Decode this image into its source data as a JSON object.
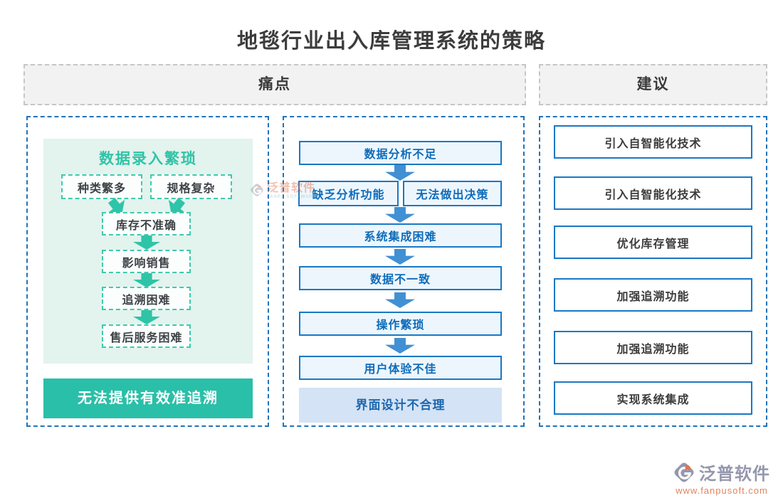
{
  "page": {
    "title": "地毯行业出入库管理系统的策略"
  },
  "sections": {
    "pain_header": "痛点",
    "suggestion_header": "建议"
  },
  "pain_left": {
    "group_title": "数据录入繁琐",
    "causes": [
      "种类繁多",
      "规格复杂"
    ],
    "chain": [
      "库存不准确",
      "影响销售",
      "追溯困难",
      "售后服务困难"
    ],
    "conclusion": "无法提供有效准追溯"
  },
  "pain_middle": {
    "step1": "数据分析不足",
    "branch": [
      "缺乏分析功能",
      "无法做出决策"
    ],
    "step2": "系统集成困难",
    "step3": "数据不一致",
    "step4": "操作繁琐",
    "step5": "用户体验不佳",
    "footer": "界面设计不合理"
  },
  "suggestions": {
    "items": [
      "引入自智能化技术",
      "引入自智能化技术",
      "优化库存管理",
      "加强追溯功能",
      "加强追溯功能",
      "实现系统集成"
    ]
  },
  "watermark": {
    "brand": "泛普软件",
    "subtitle": "FANPU SOFTWARE"
  },
  "footer": {
    "brand": "泛普软件",
    "url": "www.fanpusoft.com"
  },
  "colors": {
    "teal": "#2ec4a8",
    "mint_bg": "#e3f3ed",
    "blue_border": "#1878c4",
    "blue_text": "#0e6cba",
    "arrow_blue": "#4190d3",
    "column_border": "#2273b8",
    "logo_gray": "#9597ad",
    "logo_orange": "#e2714e"
  }
}
